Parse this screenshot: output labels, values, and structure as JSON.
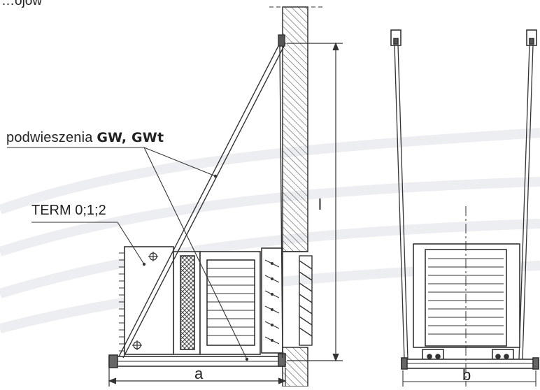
{
  "top_text": "…ojów",
  "labels": {
    "hanger_prefix": "podwieszenia ",
    "hanger_models": "GW, GWt",
    "term": "TERM 0;1;2"
  },
  "dimensions": {
    "width_a": "a",
    "width_b": "b",
    "height": "l"
  },
  "colors": {
    "line": "#333333",
    "hatch": "#555555",
    "background_wave": "#e9ebee"
  }
}
